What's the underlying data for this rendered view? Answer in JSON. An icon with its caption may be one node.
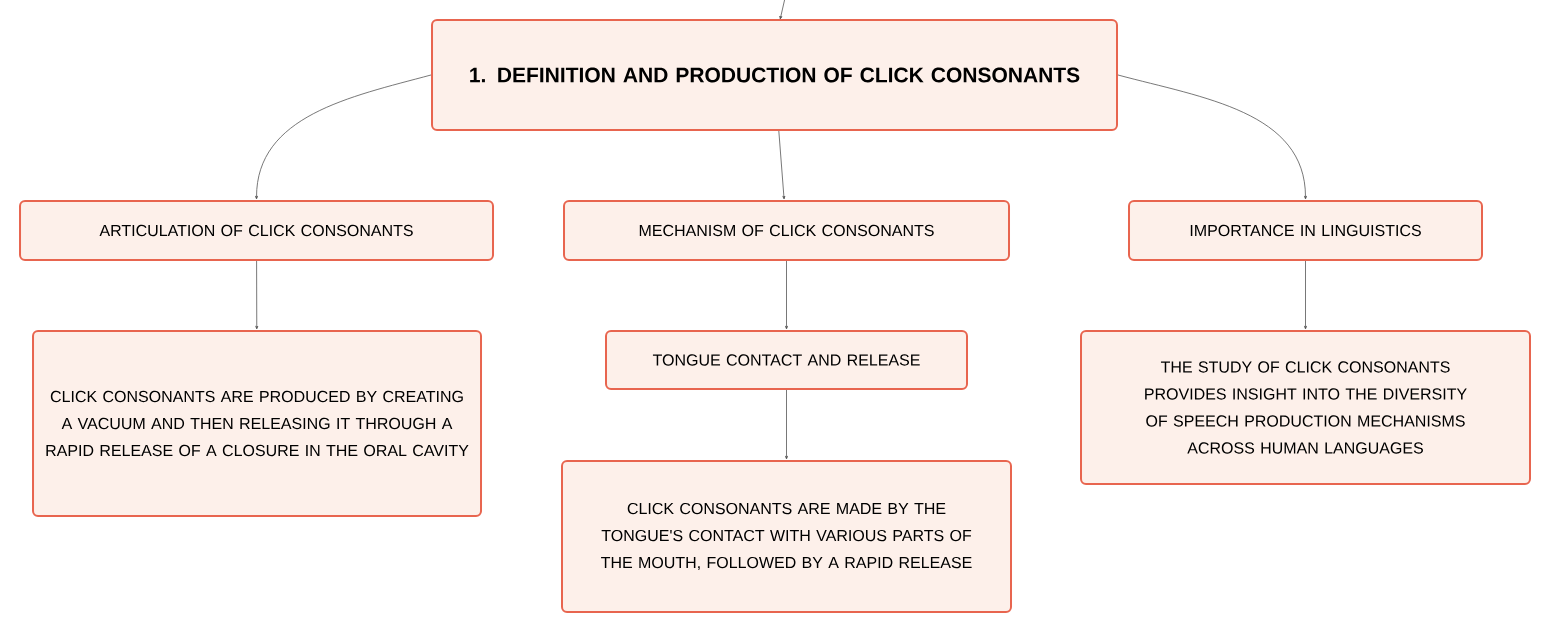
{
  "diagram": {
    "nodes": [
      {
        "text": [
          "1. DEFINITION AND PRODUCTION OF CLICK CONSONANTS"
        ]
      },
      {
        "text": [
          "ARTICULATION OF CLICK CONSONANTS"
        ]
      },
      {
        "text": [
          "MECHANISM OF CLICK CONSONANTS"
        ]
      },
      {
        "text": [
          "IMPORTANCE IN LINGUISTICS"
        ]
      },
      {
        "text": [
          "CLICK CONSONANTS ARE PRODUCED BY CREATING A VACUUM AND THEN RELEASING IT THROUGH A RAPID RELEASE OF A CLOSURE IN THE ORAL CAVITY"
        ]
      },
      {
        "text": [
          "TONGUE CONTACT AND RELEASE"
        ]
      },
      {
        "text": [
          "CLICK CONSONANTS ARE MADE BY THE TONGUE'S CONTACT WITH VARIOUS PARTS OF THE MOUTH, FOLLOWED BY A RAPID RELEASE"
        ]
      },
      {
        "text": [
          "THE STUDY OF CLICK CONSONANTS PROVIDES INSIGHT INTO THE DIVERSITY OF SPEECH PRODUCTION MECHANISMS ACROSS HUMAN LANGUAGES"
        ]
      }
    ],
    "edges": [
      {
        "from": null,
        "to": 0,
        "arrow": "to"
      },
      {
        "from": 0,
        "to": 1,
        "arrow": "to"
      },
      {
        "from": 0,
        "to": 2,
        "arrow": "to"
      },
      {
        "from": 0,
        "to": 3,
        "arrow": "to"
      },
      {
        "from": 1,
        "to": 4,
        "arrow": "to"
      },
      {
        "from": 2,
        "to": 5,
        "arrow": "to"
      },
      {
        "from": 5,
        "to": 6,
        "arrow": "to"
      },
      {
        "from": 3,
        "to": 7,
        "arrow": "to"
      }
    ]
  }
}
